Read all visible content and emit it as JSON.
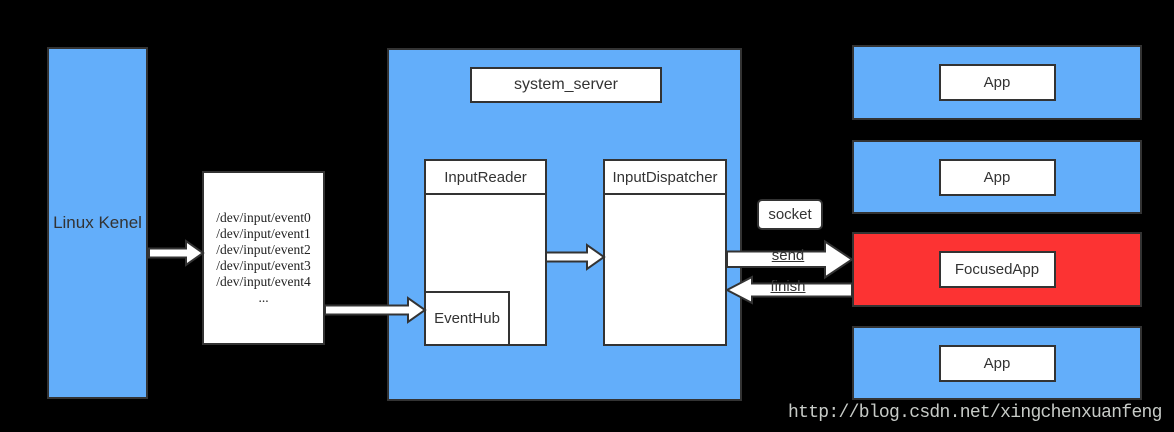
{
  "colors": {
    "background": "#000000",
    "box_blue": "#63AEFA",
    "box_red": "#FC3333",
    "box_border": "#333333",
    "text_dark": "#333333",
    "watermark_gray": "#C7CBC7"
  },
  "kernel": {
    "label": "Linux Kenel"
  },
  "device_nodes": {
    "lines": [
      "/dev/input/event0",
      "/dev/input/event1",
      "/dev/input/event2",
      "/dev/input/event3",
      "/dev/input/event4",
      "..."
    ]
  },
  "system_server": {
    "title": "system_server",
    "input_reader": {
      "title": "InputReader",
      "event_hub_label": "EventHub"
    },
    "input_dispatcher": {
      "title": "InputDispatcher"
    }
  },
  "ipc": {
    "socket_label": "socket",
    "send_label": "send",
    "finish_label": "finish"
  },
  "apps": [
    {
      "label": "App",
      "state": "normal"
    },
    {
      "label": "App",
      "state": "normal"
    },
    {
      "label": "FocusedApp",
      "state": "focused"
    },
    {
      "label": "App",
      "state": "normal"
    }
  ],
  "watermark": "http://blog.csdn.net/xingchenxuanfeng"
}
